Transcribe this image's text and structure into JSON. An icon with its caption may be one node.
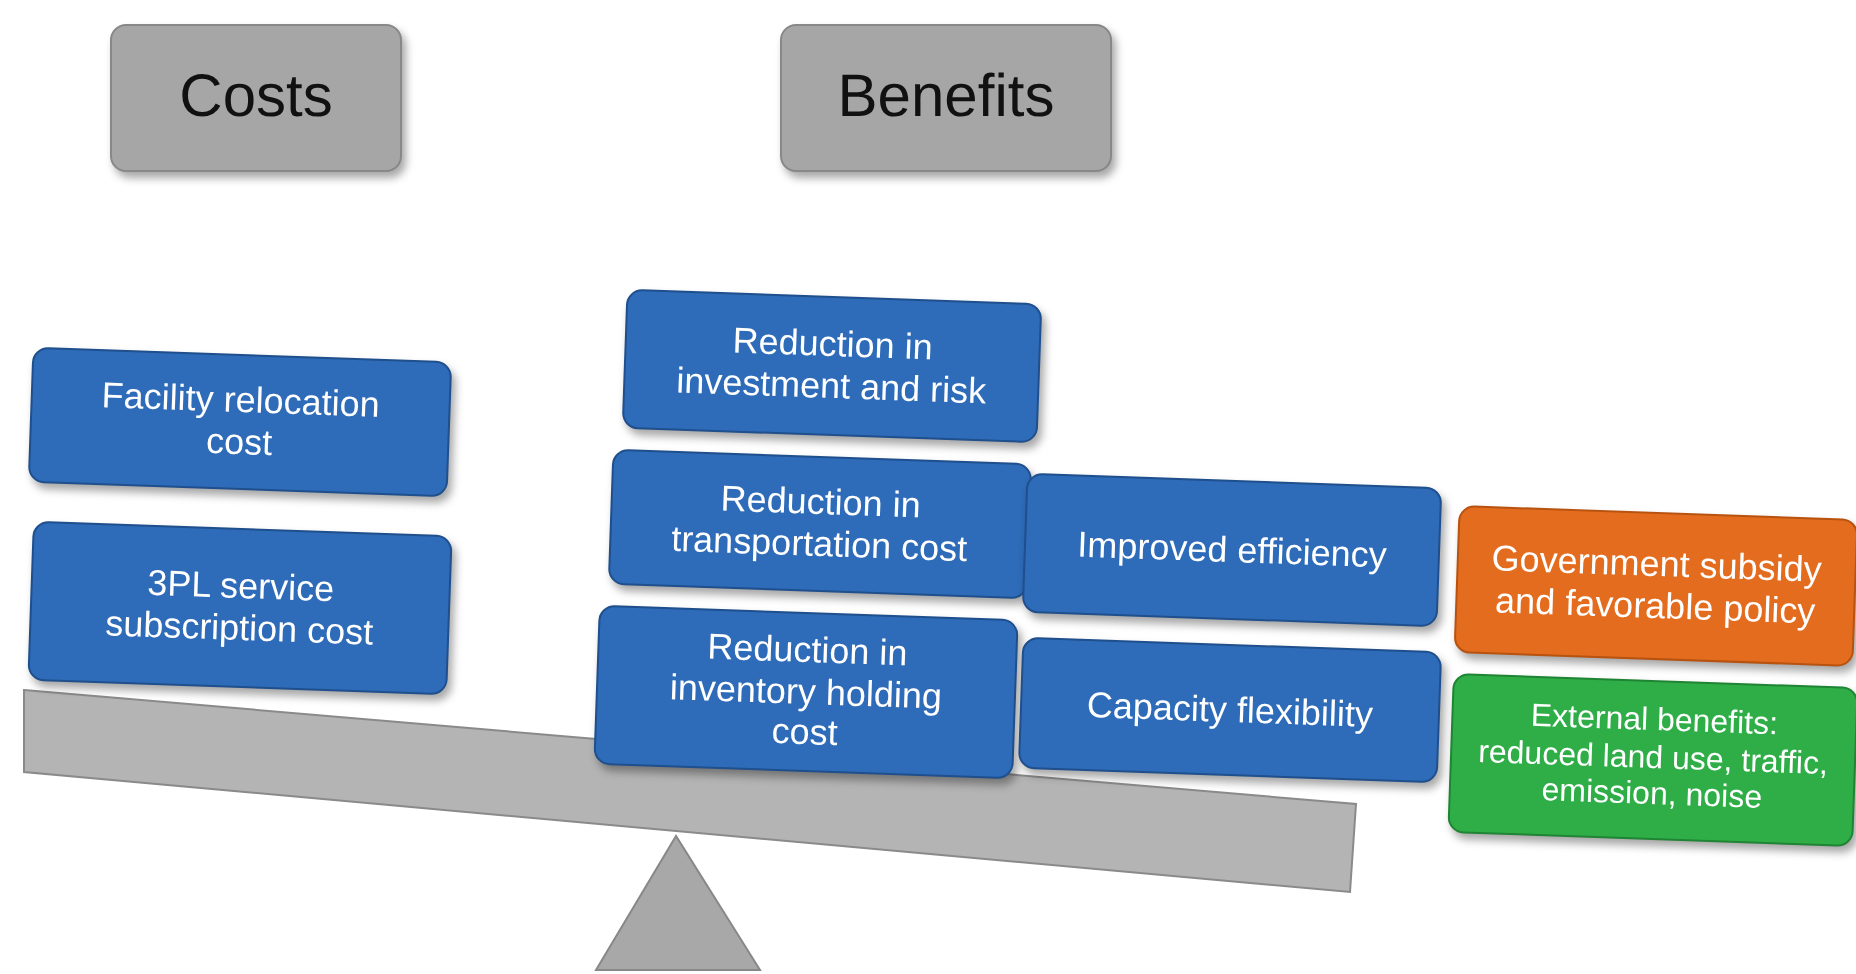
{
  "diagram": {
    "nodes": [
      {
        "text": [
          "Costs"
        ]
      },
      {
        "text": [
          "Benefits"
        ]
      },
      {
        "text": [
          "Facility relocation cost"
        ]
      },
      {
        "text": [
          "3PL service subscription cost"
        ]
      },
      {
        "text": [
          "Reduction in investment and risk"
        ]
      },
      {
        "text": [
          "Reduction in transportation cost"
        ]
      },
      {
        "text": [
          "Improved efficiency"
        ]
      },
      {
        "text": [
          "Government subsidy and favorable policy"
        ]
      },
      {
        "text": [
          "Reduction in inventory holding cost"
        ]
      },
      {
        "text": [
          "Capacity flexibility"
        ]
      },
      {
        "text": [
          "External benefits: reduced land use, traffic, emission, noise"
        ]
      }
    ],
    "edges": []
  }
}
